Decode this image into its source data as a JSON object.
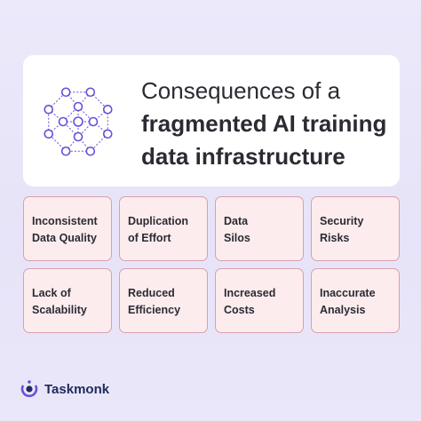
{
  "header": {
    "title_line1": "Consequences of a",
    "title_line2": "fragmented AI training",
    "title_line3": "data infrastructure"
  },
  "icons": {
    "network": "neural-network-icon",
    "logo": "taskmonk-logo-icon"
  },
  "consequences": [
    {
      "line1": "Inconsistent",
      "line2": "Data Quality"
    },
    {
      "line1": "Duplication",
      "line2": "of Effort"
    },
    {
      "line1": "Data",
      "line2": "Silos"
    },
    {
      "line1": "Security",
      "line2": "Risks"
    },
    {
      "line1": "Lack of",
      "line2": "Scalability"
    },
    {
      "line1": "Reduced",
      "line2": "Efficiency"
    },
    {
      "line1": "Increased",
      "line2": "Costs"
    },
    {
      "line1": "Inaccurate",
      "line2": "Analysis"
    }
  ],
  "footer": {
    "brand": "Taskmonk"
  },
  "colors": {
    "accent_purple": "#6a4fd8",
    "card_fill": "#fcecee",
    "card_border": "#d9a0ad",
    "text_dark": "#2b2b33",
    "brand_navy": "#1f2a5a"
  }
}
